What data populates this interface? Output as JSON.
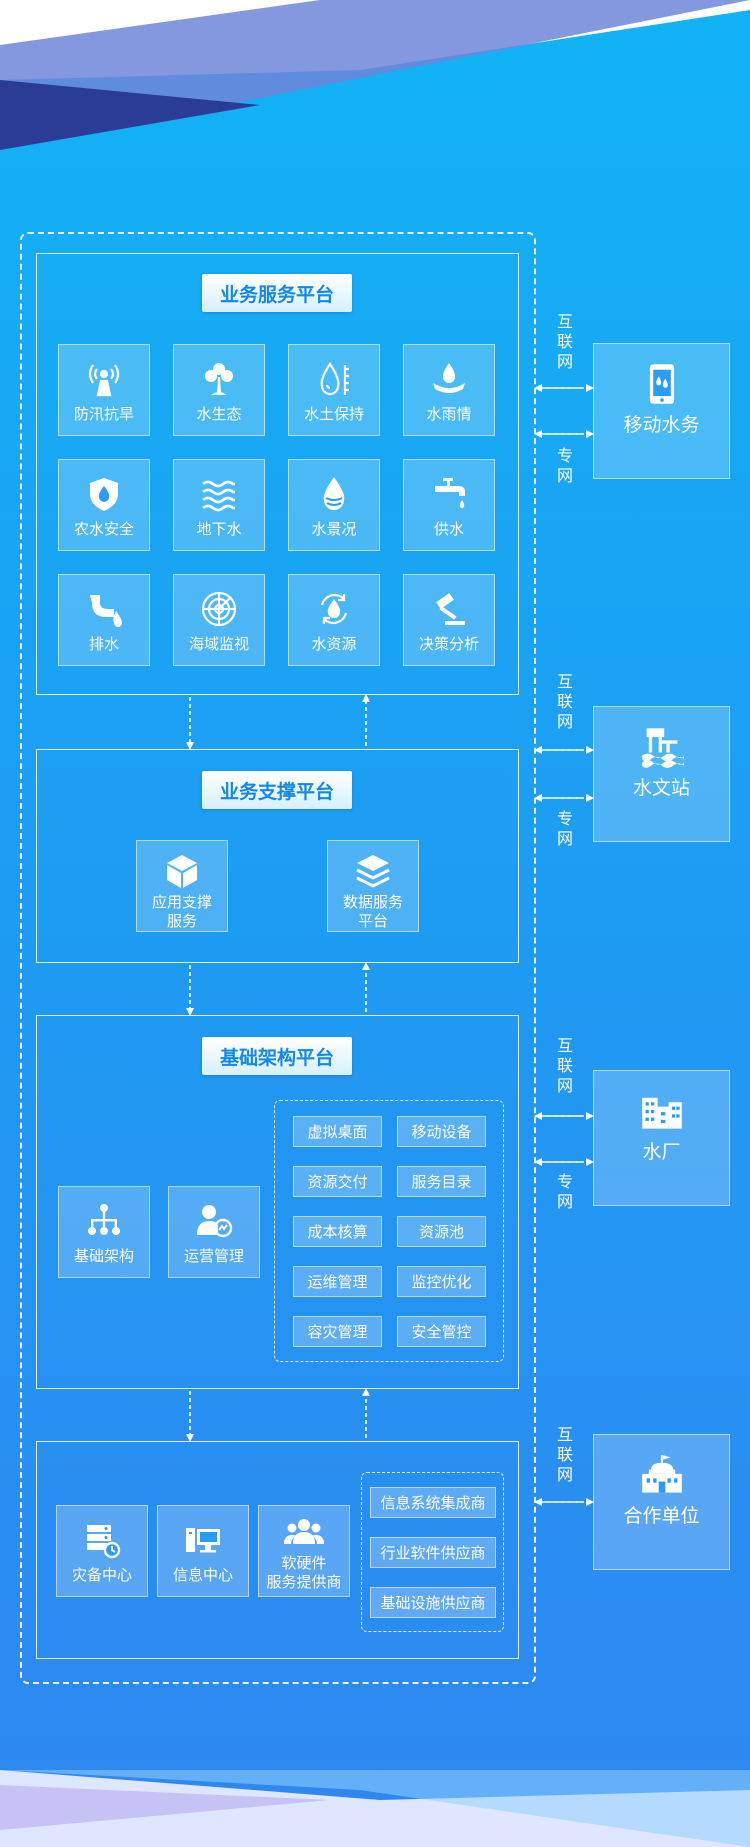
{
  "platforms": {
    "business_service": {
      "title": "业务服务平台",
      "tiles": [
        {
          "label": "防汛抗旱",
          "icon": "antenna-icon"
        },
        {
          "label": "水生态",
          "icon": "plant-icon"
        },
        {
          "label": "水土保持",
          "icon": "water-drop-ruler-icon"
        },
        {
          "label": "水雨情",
          "icon": "rain-hand-icon"
        },
        {
          "label": "农水安全",
          "icon": "shield-drop-icon"
        },
        {
          "label": "地下水",
          "icon": "waves-icon"
        },
        {
          "label": "水景况",
          "icon": "drop-icon"
        },
        {
          "label": "供水",
          "icon": "faucet-icon"
        },
        {
          "label": "排水",
          "icon": "drain-pipe-icon"
        },
        {
          "label": "海域监视",
          "icon": "radar-icon"
        },
        {
          "label": "水资源",
          "icon": "recycle-drop-icon"
        },
        {
          "label": "决策分析",
          "icon": "gavel-icon"
        }
      ]
    },
    "business_support": {
      "title": "业务支撑平台",
      "tiles": [
        {
          "label": "应用支撑\n服务",
          "icon": "cube-icon"
        },
        {
          "label": "数据服务\n平台",
          "icon": "layers-icon"
        }
      ]
    },
    "infrastructure": {
      "title": "基础架构平台",
      "tiles": [
        {
          "label": "基础架构",
          "icon": "org-chart-icon"
        },
        {
          "label": "运营管理",
          "icon": "user-chart-icon"
        }
      ],
      "items": [
        "虚拟桌面",
        "移动设备",
        "资源交付",
        "服务目录",
        "成本核算",
        "资源池",
        "运维管理",
        "监控优化",
        "容灾管理",
        "安全管控"
      ]
    },
    "providers": {
      "tiles": [
        {
          "label": "灾备中心",
          "icon": "server-clock-icon"
        },
        {
          "label": "信息中心",
          "icon": "computer-icon"
        },
        {
          "label": "软硬件\n服务提供商",
          "icon": "users-icon"
        }
      ],
      "items": [
        "信息系统集成商",
        "行业软件供应商",
        "基础设施供应商"
      ]
    }
  },
  "endpoints": [
    {
      "label": "移动水务",
      "icon": "mobile-drop-icon",
      "net_top": "互\n联\n网",
      "net_bottom": "专\n网"
    },
    {
      "label": "水文站",
      "icon": "hydrology-station-icon",
      "net_top": "互\n联\n网",
      "net_bottom": "专\n网"
    },
    {
      "label": "水厂",
      "icon": "factory-building-icon",
      "net_top": "互\n联\n网",
      "net_bottom": "专\n网"
    },
    {
      "label": "合作单位",
      "icon": "government-building-icon",
      "net_top": "互\n联\n网",
      "net_bottom": ""
    }
  ],
  "colors": {
    "title_text": "#1388e8",
    "bg_top": "#12b3f5",
    "bg_bottom": "#2f87f0",
    "accent_dark": "#2a3f9a"
  }
}
